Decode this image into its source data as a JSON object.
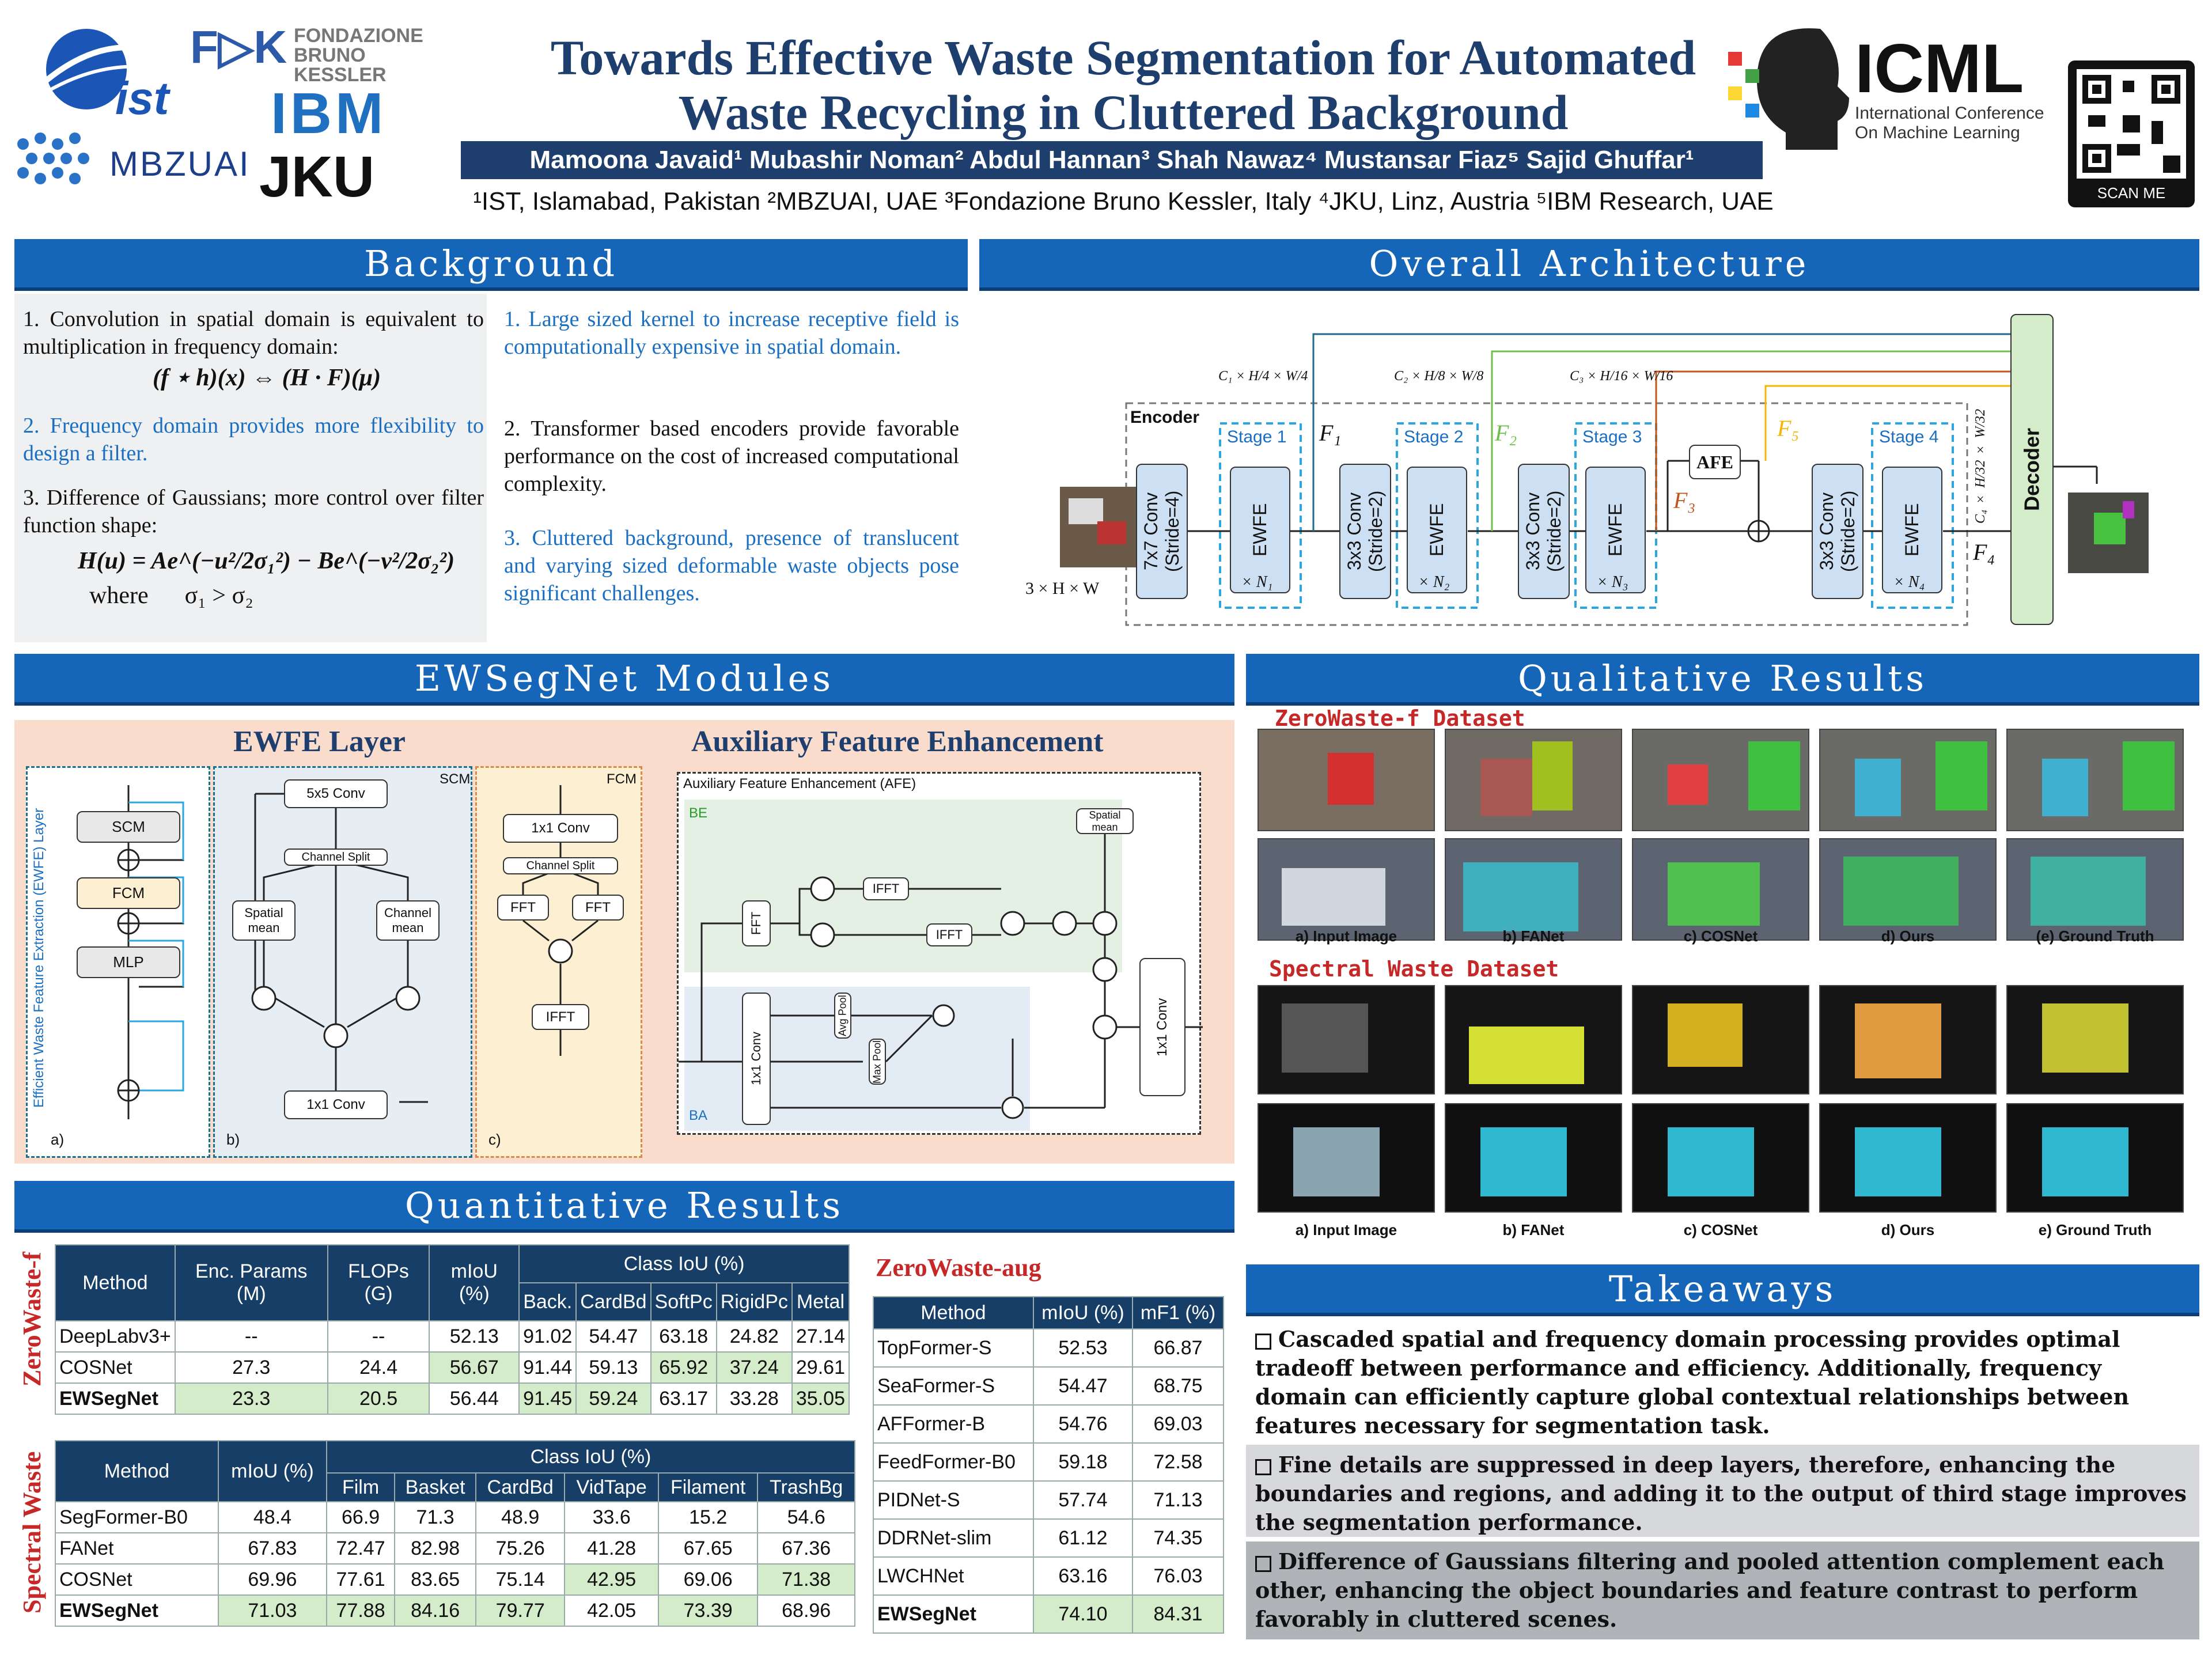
{
  "logos": {
    "ist": "ist",
    "fbk": "FONDAZIONE BRUNO KESSLER",
    "ibm": "IBM",
    "mbzuai": "MBZUAI",
    "jku": "JKU",
    "icml": "ICML",
    "icml_sub": "International Conference On Machine Learning",
    "qr_label": "SCAN ME"
  },
  "title": {
    "line1": "Towards Effective Waste Segmentation for Automated",
    "line2": "Waste Recycling in Cluttered Background",
    "authors": "Mamoona Javaid¹ Mubashir Noman² Abdul Hannan³ Shah Nawaz⁴ Mustansar Fiaz⁵ Sajid Ghuffar¹",
    "affiliations": "¹IST, Islamabad, Pakistan ²MBZUAI, UAE ³Fondazione Bruno Kessler, Italy ⁴JKU, Linz, Austria ⁵IBM Research, UAE"
  },
  "sections": {
    "background": "Background",
    "architecture": "Overall Architecture",
    "modules": "EWSegNet Modules",
    "qualitative": "Qualitative Results",
    "quantitative": "Quantitative Results",
    "takeaways": "Takeaways"
  },
  "background": {
    "p1": "1. Convolution in spatial domain is equivalent to multiplication in frequency domain:",
    "p1_eq": "(f ⋆ h)(x) ⇔ (H · F)(μ)",
    "p2": "2. Frequency domain provides more flexibility to design a filter.",
    "p3": "3. Difference of Gaussians; more control over filter function shape:",
    "p3_eq": "H(u) = Ae^(−u²/2σ₁²) − Be^(−v²/2σ₂²)",
    "p3_where": "where      σ₁ > σ₂",
    "r1": "1. Large sized kernel to increase receptive field is computationally expensive in spatial domain.",
    "r2": "2. Transformer based encoders provide favorable performance on the cost of increased computational complexity.",
    "r3": "3. Cluttered background, presence of translucent and varying sized deformable waste objects pose significant challenges."
  },
  "arch": {
    "encoder": "Encoder",
    "decoder": "Decoder",
    "input": "3 × H × W",
    "conv1": "7x7 Conv (Stride=4)",
    "conv2": "3x3 Conv (Stride=2)",
    "conv3": "3x3 Conv (Stride=2)",
    "conv4": "3x3 Conv (Stride=2)",
    "ewfe": "EWFE",
    "stage1": "Stage 1",
    "stage2": "Stage 2",
    "stage3": "Stage 3",
    "stage4": "Stage 4",
    "n1": "× N₁",
    "n2": "× N₂",
    "n3": "× N₃",
    "n4": "× N₄",
    "afe": "AFE",
    "f1": "F₁",
    "f2": "F₂",
    "f3": "F₃",
    "f4": "F₄",
    "f5": "F₅",
    "d1": "C₁ × H/4 × W/4",
    "d2": "C₂ × H/8 × W/8",
    "d3": "C₃ × H/16 × W/16",
    "d4": "C₄ × H/32 × W/32"
  },
  "modules": {
    "ewfe_title": "EWFE Layer",
    "afe_title": "Auxiliary Feature Enhancement",
    "ewfe_side": "Efficient Waste Feature Extraction (EWFE) Layer",
    "scm": "SCM",
    "fcm": "FCM",
    "mlp": "MLP",
    "conv5": "5x5 Conv",
    "channel_split": "Channel Split",
    "spatial_mean": "Spatial mean",
    "channel_mean": "Channel mean",
    "conv1x1": "1x1 Conv",
    "fft": "FFT",
    "ifft": "IFFT",
    "afe_box": "Auxiliary Feature Enhancement (AFE)",
    "be": "BE",
    "ba": "BA",
    "avg_pool": "Avg Pool",
    "max_pool": "Max Pool",
    "la": "a)",
    "lb": "b)",
    "lc": "c)"
  },
  "qualitative": {
    "ds1": "ZeroWaste-f Dataset",
    "ds2": "Spectral Waste Dataset",
    "caps1": [
      "a) Input Image",
      "b) FANet",
      "c) COSNet",
      "d) Ours",
      "(e) Ground Truth"
    ],
    "caps2": [
      "a) Input Image",
      "b) FANet",
      "c) COSNet",
      "d) Ours",
      "e) Ground Truth"
    ]
  },
  "quant": {
    "zw_label": "ZeroWaste-f",
    "sw_label": "Spectral Waste",
    "aug_label": "ZeroWaste-aug",
    "zw_head": [
      "Method",
      "Enc. Params (M)",
      "FLOPs (G)",
      "mIoU (%)",
      "Class IoU (%)",
      "Back.",
      "CardBd",
      "SoftPc",
      "RigidPc",
      "Metal"
    ],
    "zw_rows": [
      [
        "DeepLabv3+",
        "--",
        "--",
        "52.13",
        "91.02",
        "54.47",
        "63.18",
        "24.82",
        "27.14"
      ],
      [
        "COSNet",
        "27.3",
        "24.4",
        "56.67",
        "91.44",
        "59.13",
        "65.92",
        "37.24",
        "29.61"
      ],
      [
        "EWSegNet",
        "23.3",
        "20.5",
        "56.44",
        "91.45",
        "59.24",
        "63.17",
        "33.28",
        "35.05"
      ]
    ],
    "sw_head": [
      "Method",
      "mIoU (%)",
      "Class IoU (%)",
      "Film",
      "Basket",
      "CardBd",
      "VidTape",
      "Filament",
      "TrashBg"
    ],
    "sw_rows": [
      [
        "SegFormer-B0",
        "48.4",
        "66.9",
        "71.3",
        "48.9",
        "33.6",
        "15.2",
        "54.6"
      ],
      [
        "FANet",
        "67.83",
        "72.47",
        "82.98",
        "75.26",
        "41.28",
        "67.65",
        "67.36"
      ],
      [
        "COSNet",
        "69.96",
        "77.61",
        "83.65",
        "75.14",
        "42.95",
        "69.06",
        "71.38"
      ],
      [
        "EWSegNet",
        "71.03",
        "77.88",
        "84.16",
        "79.77",
        "42.05",
        "73.39",
        "68.96"
      ]
    ],
    "aug_head": [
      "Method",
      "mIoU (%)",
      "mF1 (%)"
    ],
    "aug_rows": [
      [
        "TopFormer-S",
        "52.53",
        "66.87"
      ],
      [
        "SeaFormer-S",
        "54.47",
        "68.75"
      ],
      [
        "AFFormer-B",
        "54.76",
        "69.03"
      ],
      [
        "FeedFormer-B0",
        "59.18",
        "72.58"
      ],
      [
        "PIDNet-S",
        "57.74",
        "71.13"
      ],
      [
        "DDRNet-slim",
        "61.12",
        "74.35"
      ],
      [
        "LWCHNet",
        "63.16",
        "76.03"
      ],
      [
        "EWSegNet",
        "74.10",
        "84.31"
      ]
    ]
  },
  "takeaways": [
    "Cascaded spatial and frequency domain processing provides optimal tradeoff between performance and efficiency. Additionally, frequency domain can efficiently capture global contextual relationships between features necessary for segmentation task.",
    "Fine details are suppressed in deep layers, therefore, enhancing the boundaries and regions, and adding it to the output of third stage improves the segmentation performance.",
    "Difference of Gaussians filtering and pooled attention complement each other, enhancing the  object boundaries and feature contrast to perform favorably in cluttered scenes."
  ]
}
